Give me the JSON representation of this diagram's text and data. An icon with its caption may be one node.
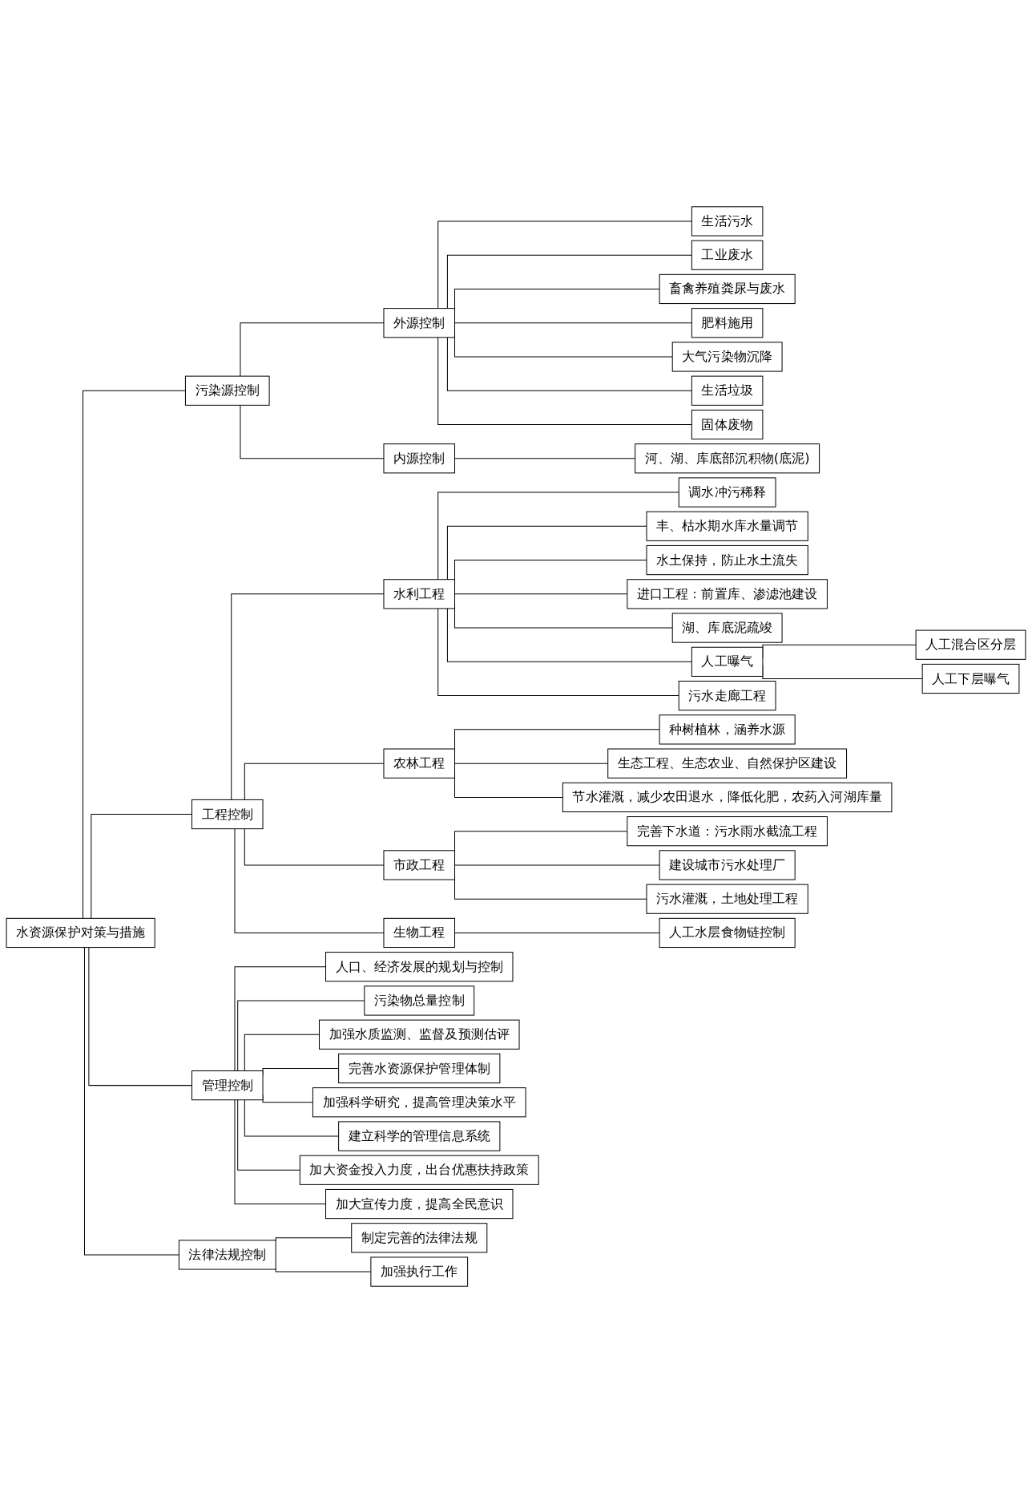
{
  "diagram": {
    "nodes": [
      {
        "text": [
          "水资源保护对策与措施"
        ]
      },
      {
        "text": [
          "污染源控制"
        ]
      },
      {
        "text": [
          "外源控制"
        ]
      },
      {
        "text": [
          "生活污水"
        ]
      },
      {
        "text": [
          "工业废水"
        ]
      },
      {
        "text": [
          "畜禽养殖粪尿与废水"
        ]
      },
      {
        "text": [
          "肥料施用"
        ]
      },
      {
        "text": [
          "大气污染物沉降"
        ]
      },
      {
        "text": [
          "生活垃圾"
        ]
      },
      {
        "text": [
          "固体废物"
        ]
      },
      {
        "text": [
          "内源控制"
        ]
      },
      {
        "text": [
          "河、湖、库底部沉积物(底泥)"
        ]
      },
      {
        "text": [
          "工程控制"
        ]
      },
      {
        "text": [
          "水利工程"
        ]
      },
      {
        "text": [
          "调水冲污稀释"
        ]
      },
      {
        "text": [
          "丰、枯水期水库水量调节"
        ]
      },
      {
        "text": [
          "水土保持，防止水土流失"
        ]
      },
      {
        "text": [
          "进口工程：前置库、渗滤池建设"
        ]
      },
      {
        "text": [
          "湖、库底泥疏竣"
        ]
      },
      {
        "text": [
          "人工曝气"
        ]
      },
      {
        "text": [
          "人工混合区分层"
        ]
      },
      {
        "text": [
          "人工下层曝气"
        ]
      },
      {
        "text": [
          "污水走廊工程"
        ]
      },
      {
        "text": [
          "农林工程"
        ]
      },
      {
        "text": [
          "种树植林，涵养水源"
        ]
      },
      {
        "text": [
          "生态工程、生态农业、自然保护区建设"
        ]
      },
      {
        "text": [
          "节水灌溉，减少农田退水，降低化肥，农药入河湖库量"
        ]
      },
      {
        "text": [
          "市政工程"
        ]
      },
      {
        "text": [
          "完善下水道：污水雨水截流工程"
        ]
      },
      {
        "text": [
          "建设城市污水处理厂"
        ]
      },
      {
        "text": [
          "污水灌溉，土地处理工程"
        ]
      },
      {
        "text": [
          "生物工程"
        ]
      },
      {
        "text": [
          "人工水层食物链控制"
        ]
      },
      {
        "text": [
          "管理控制"
        ]
      },
      {
        "text": [
          "人口、经济发展的规划与控制"
        ]
      },
      {
        "text": [
          "污染物总量控制"
        ]
      },
      {
        "text": [
          "加强水质监测、监督及预测估评"
        ]
      },
      {
        "text": [
          "完善水资源保护管理体制"
        ]
      },
      {
        "text": [
          "加强科学研究，提高管理决策水平"
        ]
      },
      {
        "text": [
          "建立科学的管理信息系统"
        ]
      },
      {
        "text": [
          "加大资金投入力度，出台优惠扶持政策"
        ]
      },
      {
        "text": [
          "加大宣传力度，提高全民意识"
        ]
      },
      {
        "text": [
          "法律法规控制"
        ]
      },
      {
        "text": [
          "制定完善的法律法规"
        ]
      },
      {
        "text": [
          "加强执行工作"
        ]
      }
    ],
    "edges": [
      {
        "from": 0,
        "to": 1,
        "arrow": "none"
      },
      {
        "from": 1,
        "to": 2,
        "arrow": "none"
      },
      {
        "from": 2,
        "to": 3,
        "arrow": "none"
      },
      {
        "from": 2,
        "to": 4,
        "arrow": "none"
      },
      {
        "from": 2,
        "to": 5,
        "arrow": "none"
      },
      {
        "from": 2,
        "to": 6,
        "arrow": "none"
      },
      {
        "from": 2,
        "to": 7,
        "arrow": "none"
      },
      {
        "from": 2,
        "to": 8,
        "arrow": "none"
      },
      {
        "from": 2,
        "to": 9,
        "arrow": "none"
      },
      {
        "from": 1,
        "to": 10,
        "arrow": "none"
      },
      {
        "from": 10,
        "to": 11,
        "arrow": "none"
      },
      {
        "from": 0,
        "to": 12,
        "arrow": "none"
      },
      {
        "from": 12,
        "to": 13,
        "arrow": "none"
      },
      {
        "from": 13,
        "to": 14,
        "arrow": "none"
      },
      {
        "from": 13,
        "to": 15,
        "arrow": "none"
      },
      {
        "from": 13,
        "to": 16,
        "arrow": "none"
      },
      {
        "from": 13,
        "to": 17,
        "arrow": "none"
      },
      {
        "from": 13,
        "to": 18,
        "arrow": "none"
      },
      {
        "from": 13,
        "to": 19,
        "arrow": "none"
      },
      {
        "from": 19,
        "to": 20,
        "arrow": "none"
      },
      {
        "from": 19,
        "to": 21,
        "arrow": "none"
      },
      {
        "from": 13,
        "to": 22,
        "arrow": "none"
      },
      {
        "from": 12,
        "to": 23,
        "arrow": "none"
      },
      {
        "from": 23,
        "to": 24,
        "arrow": "none"
      },
      {
        "from": 23,
        "to": 25,
        "arrow": "none"
      },
      {
        "from": 23,
        "to": 26,
        "arrow": "none"
      },
      {
        "from": 12,
        "to": 27,
        "arrow": "none"
      },
      {
        "from": 27,
        "to": 28,
        "arrow": "none"
      },
      {
        "from": 27,
        "to": 29,
        "arrow": "none"
      },
      {
        "from": 27,
        "to": 30,
        "arrow": "none"
      },
      {
        "from": 12,
        "to": 31,
        "arrow": "none"
      },
      {
        "from": 31,
        "to": 32,
        "arrow": "none"
      },
      {
        "from": 0,
        "to": 33,
        "arrow": "none"
      },
      {
        "from": 33,
        "to": 34,
        "arrow": "none"
      },
      {
        "from": 33,
        "to": 35,
        "arrow": "none"
      },
      {
        "from": 33,
        "to": 36,
        "arrow": "none"
      },
      {
        "from": 33,
        "to": 37,
        "arrow": "none"
      },
      {
        "from": 33,
        "to": 38,
        "arrow": "none"
      },
      {
        "from": 33,
        "to": 39,
        "arrow": "none"
      },
      {
        "from": 33,
        "to": 40,
        "arrow": "none"
      },
      {
        "from": 33,
        "to": 41,
        "arrow": "none"
      },
      {
        "from": 0,
        "to": 42,
        "arrow": "none"
      },
      {
        "from": 42,
        "to": 43,
        "arrow": "none"
      },
      {
        "from": 42,
        "to": 44,
        "arrow": "none"
      }
    ]
  }
}
